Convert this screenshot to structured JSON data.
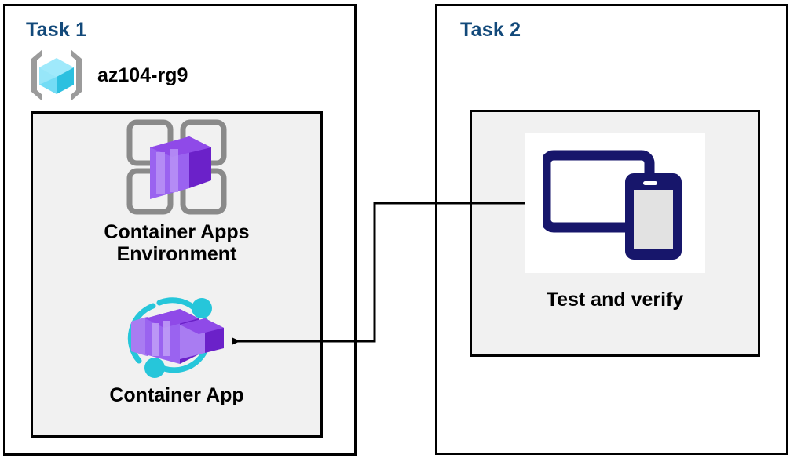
{
  "diagram": {
    "title_color": "#12497a",
    "background": "#ffffff",
    "panel_fill": "#f1f1f1",
    "tasks": [
      {
        "id": "task1",
        "title": "Task 1",
        "resource_group": {
          "icon": "resource-group-cube-icon",
          "label": "az104-rg9"
        },
        "resources": [
          {
            "icon": "container-apps-environment-icon",
            "label": "Container Apps\nEnvironment"
          },
          {
            "icon": "container-app-icon",
            "label": "Container App"
          }
        ]
      },
      {
        "id": "task2",
        "title": "Task 2",
        "resources": [
          {
            "icon": "devices-tablet-phone-icon",
            "label": "Test and verify"
          }
        ]
      }
    ],
    "connector": {
      "from": "test-and-verify",
      "to": "container-app",
      "arrowhead": "left",
      "stroke": "#000000"
    },
    "icon_colors": {
      "resource_group_cube_light": "#9fe9fb",
      "resource_group_cube_mid": "#4fd2f0",
      "resource_group_cube_dark": "#2cc0e0",
      "resource_group_bracket": "#9b9b9b",
      "grid_square": "#8a8a8a",
      "container_purple_light": "#a97cf2",
      "container_purple_mid": "#8f4ae8",
      "container_purple_dark": "#6b21c9",
      "accent_cyan": "#26c6da",
      "device_navy": "#17166b",
      "device_screen_grey": "#e2e2e2"
    }
  }
}
